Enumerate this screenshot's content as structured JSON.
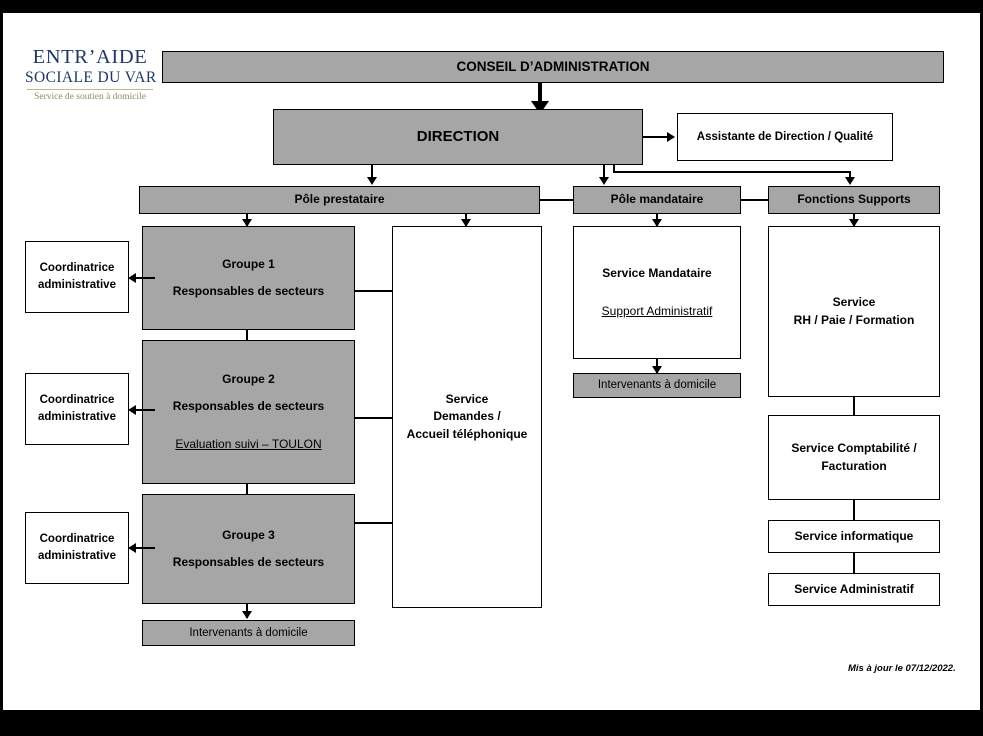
{
  "document": {
    "type": "organizational-chart",
    "language": "fr"
  },
  "logo": {
    "line1": "ENTR’AIDE",
    "line2": "SOCIALE DU VAR",
    "tagline": "Service de soutien à domicile",
    "color_primary": "#1f3864",
    "color_tagline": "#8a8f5c"
  },
  "colors": {
    "box_fill_gray": "#a6a6a6",
    "box_fill_white": "#ffffff",
    "box_border": "#000000",
    "connector": "#000000",
    "slide_background": "#ffffff",
    "frame": "#000000"
  },
  "nodes": {
    "conseil": "CONSEIL D’ADMINISTRATION",
    "direction": "DIRECTION",
    "assistante": "Assistante de Direction / Qualité",
    "pole_prestataire": "Pôle prestataire",
    "pole_mandataire": "Pôle mandataire",
    "fonctions_supports": "Fonctions Supports",
    "groupe1_title": "Groupe 1",
    "groupe1_sub": "Responsables de secteurs",
    "groupe2_title": "Groupe 2",
    "groupe2_sub": "Responsables de secteurs",
    "groupe2_note": "Evaluation suivi – TOULON",
    "groupe3_title": "Groupe 3",
    "groupe3_sub": "Responsables de secteurs",
    "coordinatrice1_l1": "Coordinatrice",
    "coordinatrice1_l2": "administrative",
    "coordinatrice2_l1": "Coordinatrice",
    "coordinatrice2_l2": "administrative",
    "coordinatrice3_l1": "Coordinatrice",
    "coordinatrice3_l2": "administrative",
    "intervenants_prestataire": "Intervenants à domicile",
    "service_demandes_l1": "Service",
    "service_demandes_l2": "Demandes /",
    "service_demandes_l3": "Accueil téléphonique",
    "service_mandataire_title": "Service Mandataire",
    "service_mandataire_note": "Support Administratif",
    "intervenants_mandataire": "Intervenants à domicile",
    "service_rh_l1": "Service",
    "service_rh_l2": "RH / Paie / Formation",
    "service_compta_l1": "Service Comptabilité /",
    "service_compta_l2": "Facturation",
    "service_informatique": "Service informatique",
    "service_administratif": "Service Administratif"
  },
  "footer": {
    "updated": "Mis à jour le 07/12/2022."
  }
}
